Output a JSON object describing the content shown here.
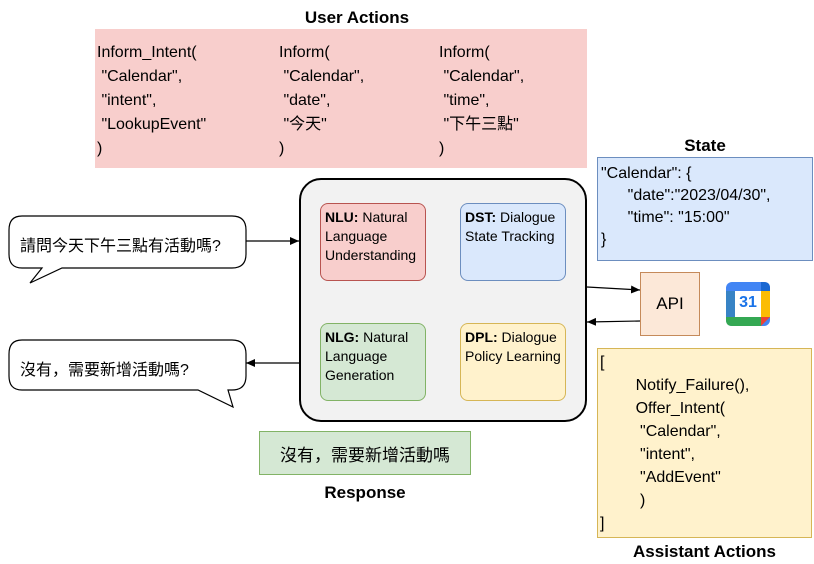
{
  "user_actions": {
    "title": "User Actions",
    "col1": "Inform_Intent(\n \"Calendar\",\n \"intent\",\n \"LookupEvent\"\n)",
    "col2": "Inform(\n \"Calendar\",\n \"date\",\n \"今天\"\n)",
    "col3": "Inform(\n \"Calendar\",\n \"time\",\n \"下午三點\"\n)"
  },
  "state": {
    "title": "State",
    "content": "\"Calendar\": {\n      \"date\":\"2023/04/30\",\n      \"time\": \"15:00\"\n}"
  },
  "api": {
    "label": "API",
    "calendar_icon_number": "31"
  },
  "assistant_actions": {
    "title": "Assistant Actions",
    "content": "[\n        Notify_Failure(),\n        Offer_Intent(\n         \"Calendar\",\n         \"intent\",\n         \"AddEvent\"\n         )\n]"
  },
  "modules": {
    "nlu": {
      "abbr": "NLU:",
      "text": " Natural Language Understanding"
    },
    "dst": {
      "abbr": "DST:",
      "text": " Dialogue State Tracking"
    },
    "dpl": {
      "abbr": "DPL:",
      "text": " Dialogue Policy Learning"
    },
    "nlg": {
      "abbr": "NLG:",
      "text": " Natural Language Generation"
    }
  },
  "user_bubble": "請問今天下午三點有活動嗎?",
  "system_bubble": "沒有，需要新增活動嗎?",
  "response": {
    "title": "Response",
    "text": "沒有，需要新增活動嗎"
  },
  "colors": {
    "nlu": "#f8cecc",
    "dst": "#dae8fc",
    "dpl": "#fff2cc",
    "nlg": "#d5e8d4",
    "container": "#f2f2f2",
    "api": "#fce8d8"
  }
}
